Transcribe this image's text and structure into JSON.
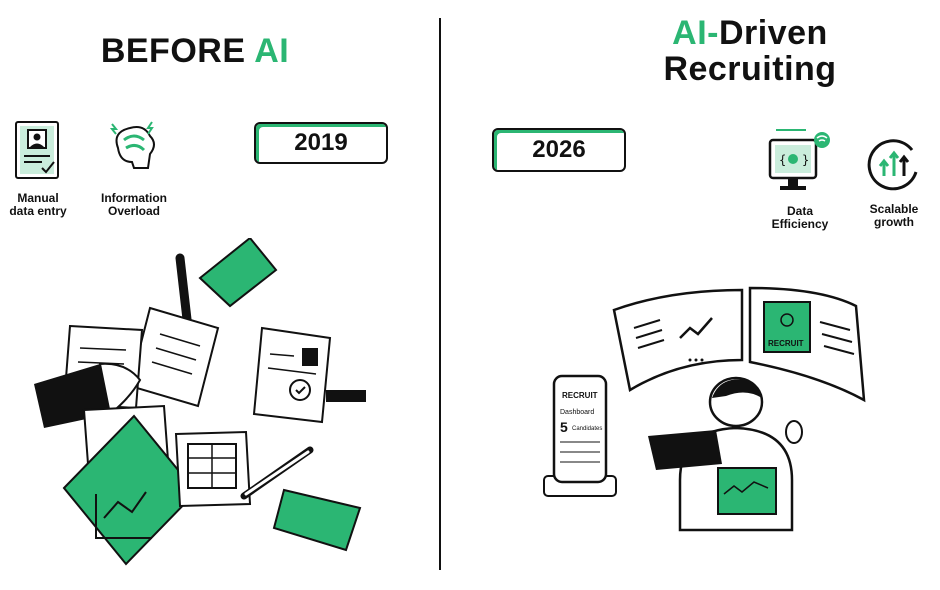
{
  "left": {
    "title_prefix": "BEFORE ",
    "title_highlight": "AI",
    "year": "2019",
    "icons": [
      {
        "label_line1": "Manual",
        "label_line2": "data entry",
        "icon": "document-user-icon"
      },
      {
        "label_line1": "Information",
        "label_line2": "Overload",
        "icon": "brain-overload-icon"
      }
    ]
  },
  "right": {
    "title_highlight": "AI-",
    "title_line1_rest": "Driven",
    "title_line2": "Recruiting",
    "year": "2026",
    "icons": [
      {
        "label_line1": "Data",
        "label_line2": "Efficiency",
        "icon": "monitor-code-icon"
      },
      {
        "label_line1": "Scalable",
        "label_line2": "growth",
        "icon": "growth-arrows-icon"
      }
    ],
    "illustration": {
      "screen_badge": "RECRUIT",
      "phone_header": "RECRUIT",
      "phone_dashboard": "Dashboard",
      "phone_count": "5",
      "phone_count_label": "Candidates"
    }
  },
  "colors": {
    "accent": "#2bb673",
    "ink": "#111111"
  }
}
